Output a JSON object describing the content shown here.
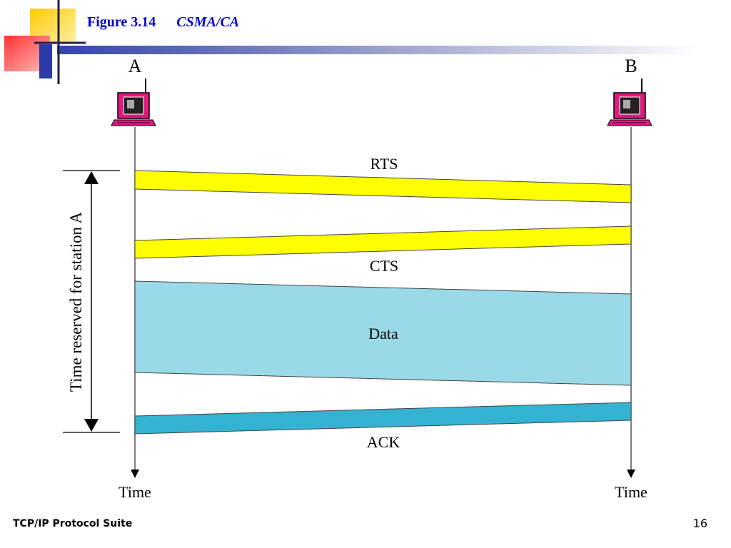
{
  "slide": {
    "figure_number": "Figure 3.14",
    "figure_title": "CSMA/CA",
    "footer_left": "TCP/IP Protocol Suite",
    "page_number": "16"
  },
  "diagram": {
    "station_a": "A",
    "station_b": "B",
    "time_label_a": "Time",
    "time_label_b": "Time",
    "reserved_label": "Time reserved for station A",
    "frames": {
      "rts": "RTS",
      "cts": "CTS",
      "data": "Data",
      "ack": "ACK"
    }
  },
  "colors": {
    "title": "#0000cc",
    "rts_cts_fill": "#ffff00",
    "data_fill": "#99d9e8",
    "ack_fill": "#33b3d1",
    "computer_pink": "#e0197f",
    "deco_yellow": "#ffcc00",
    "deco_red": "#ff4444",
    "deco_blue": "#2233aa"
  }
}
